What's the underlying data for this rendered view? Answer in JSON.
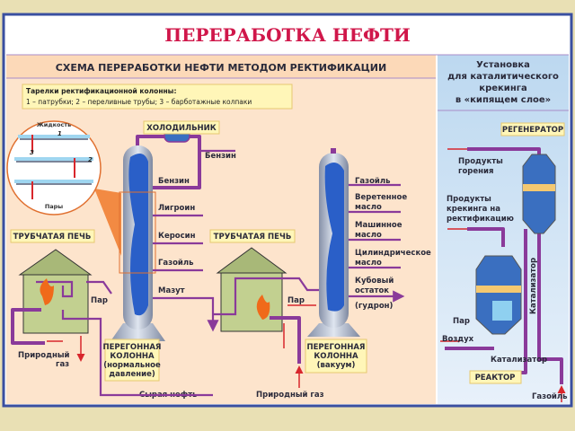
{
  "title": "ПЕРЕРАБОТКА НЕФТИ",
  "colors": {
    "title": "#d0174a",
    "frame": "#3a4fa0",
    "left_panel": "#fde4cc",
    "right_panel": "#d6e8f6",
    "pipe": "#8a3a9a",
    "column_fill": "#2a5fc8"
  },
  "left": {
    "heading": "СХЕМА ПЕРЕРАБОТКИ НЕФТИ МЕТОДОМ РЕКТИФИКАЦИИ",
    "legend": {
      "title": "Тарелки ректификационной колонны:",
      "line": "1 – патрубки; 2 – переливные трубы; 3 – барботажные колпаки"
    },
    "inset": {
      "top": "Жидкость",
      "bottom": "Пары",
      "n1": "1",
      "n2": "2",
      "n3": "3"
    },
    "cooler": "ХОЛОДИЛЬНИК",
    "furnace1": "ТРУБЧАТАЯ ПЕЧЬ",
    "furnace2": "ТРУБЧАТАЯ ПЕЧЬ",
    "column1": {
      "outputs": [
        "Бензин",
        "Бензин",
        "Лигроин",
        "Керосин",
        "Газойль",
        "Мазут"
      ],
      "steam": "Пар",
      "gas": [
        "Природный",
        "газ"
      ],
      "label": [
        "ПЕРЕГОННАЯ",
        "КОЛОННА",
        "(нормальное",
        "давление)"
      ],
      "feed": "Сырая нефть"
    },
    "column2": {
      "outputs": [
        "Газойль",
        "Веретенное",
        "масло",
        "Машинное",
        "масло",
        "Цилиндрическое",
        "масло",
        "Кубовый",
        "остаток",
        "(гудрон)"
      ],
      "steam": "Пар",
      "label": [
        "ПЕРЕГОННАЯ",
        "КОЛОННА",
        "(вакуум)"
      ],
      "gas": "Природный газ"
    }
  },
  "right": {
    "heading": [
      "Установка",
      "для каталитического",
      "крекинга",
      "в «кипящем слое»"
    ],
    "regenerator": "РЕГЕНЕРАТОР",
    "combustion": [
      "Продукты",
      "горения"
    ],
    "cracking": [
      "Продукты",
      "крекинга на",
      "ректификацию"
    ],
    "catalyst_v": "Катализатор",
    "steam": "Пар",
    "air": "Воздух",
    "catalyst_h": "Катализатор",
    "reactor": "РЕАКТОР",
    "gasoil": "Газойль"
  }
}
